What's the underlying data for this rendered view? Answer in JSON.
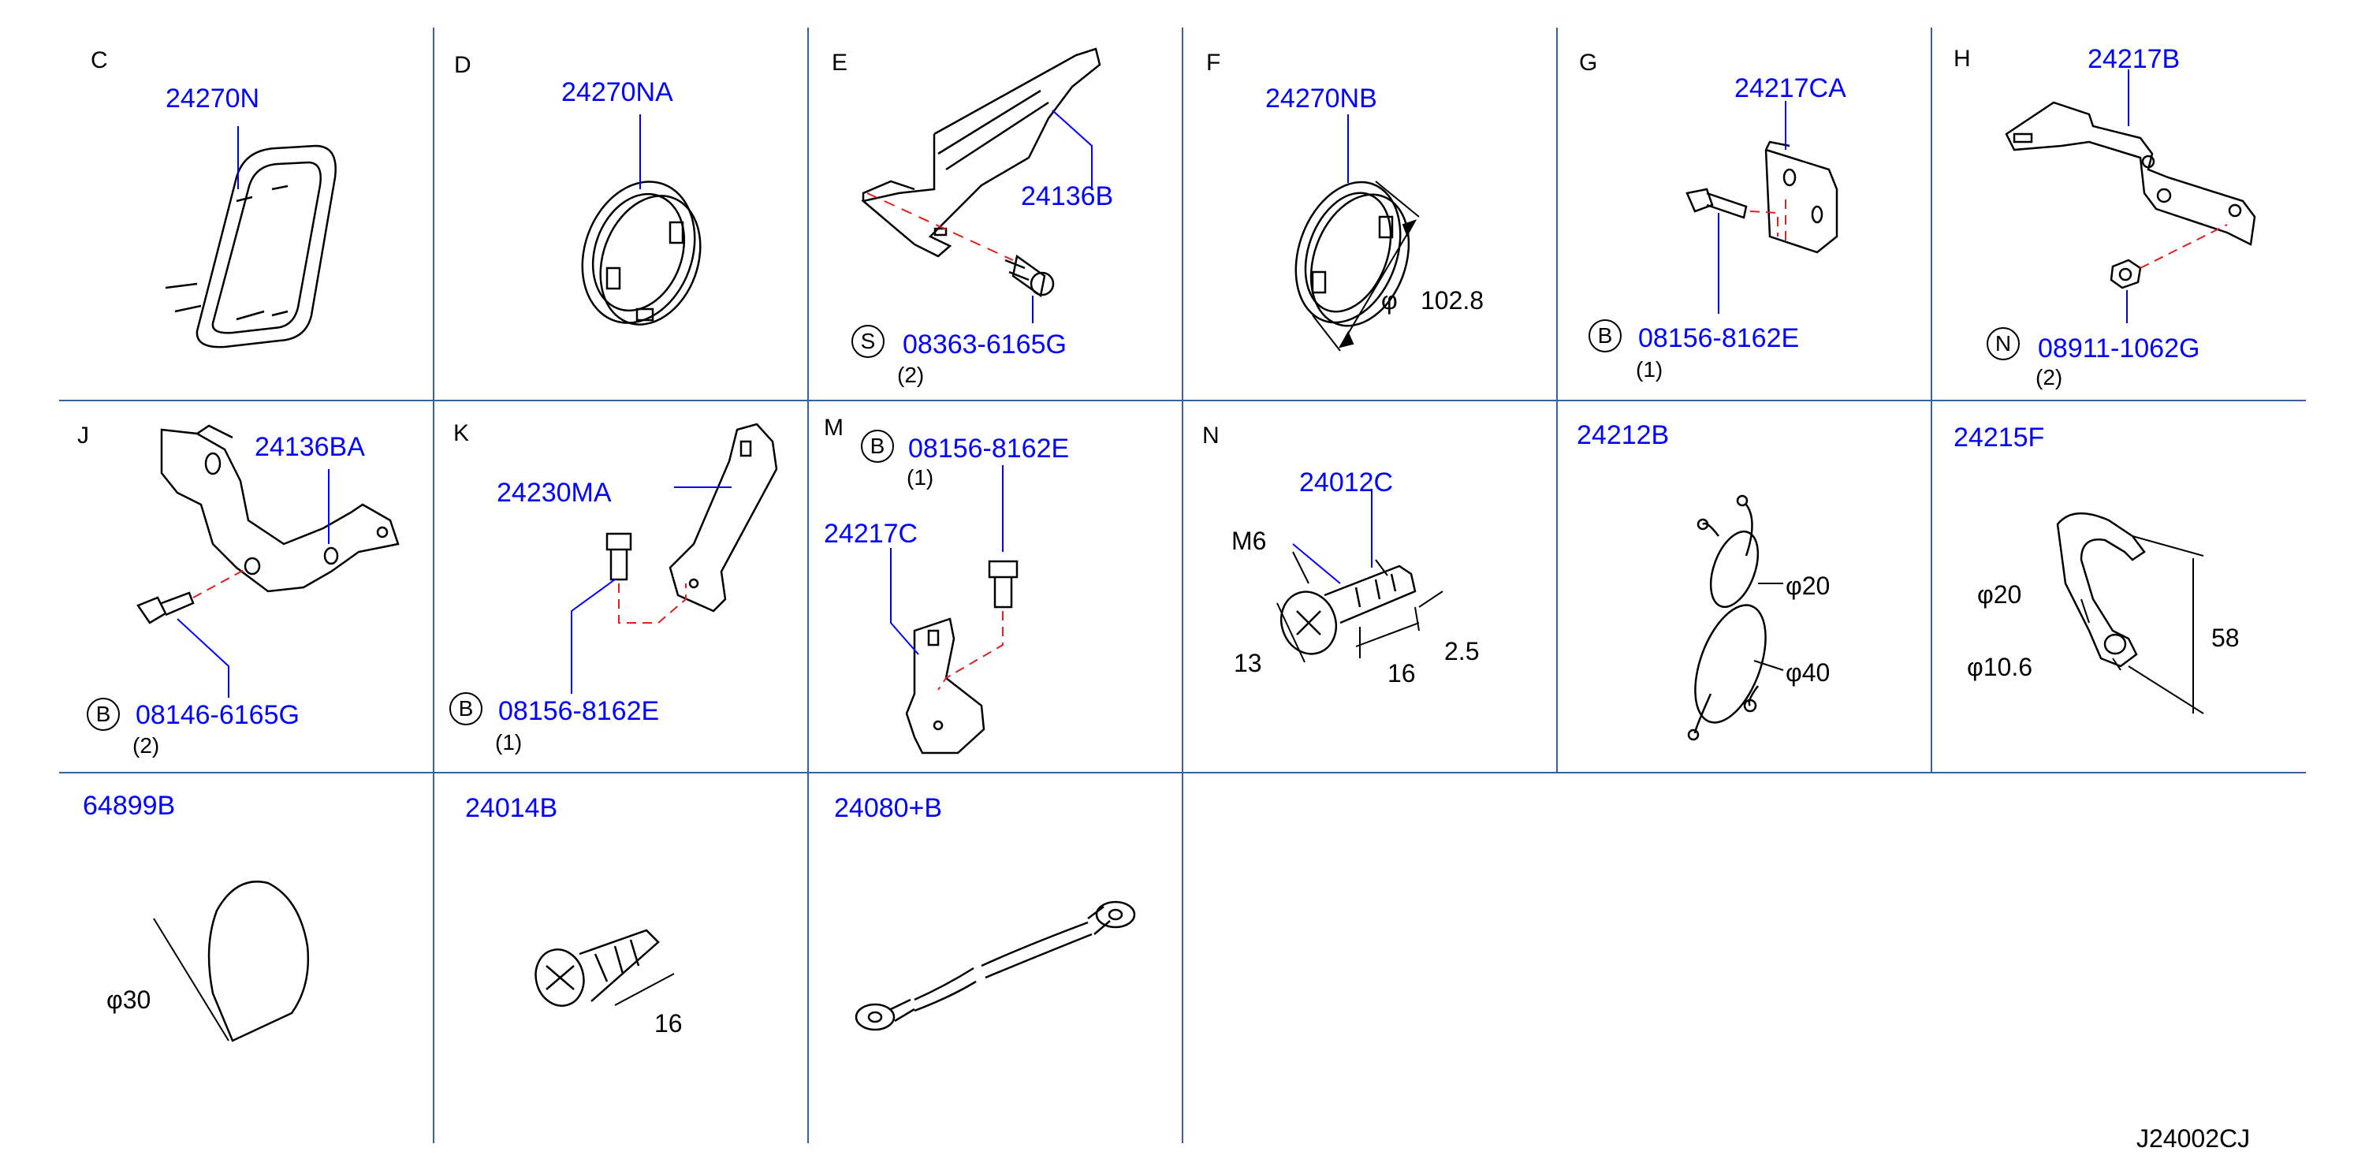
{
  "grid_color": "#3a5f9a",
  "label_color": "#0000ff",
  "leader_color": "#0000ff",
  "dash_color": "#e02020",
  "cells": {
    "C": {
      "letter": "C",
      "part": "24270N"
    },
    "D": {
      "letter": "D",
      "part": "24270NA"
    },
    "E": {
      "letter": "E",
      "part": "24136B",
      "fastener": {
        "symbol": "S",
        "part": "08363-6165G",
        "qty": "(2)"
      }
    },
    "F": {
      "letter": "F",
      "part": "24270NB",
      "dims": [
        "φ",
        "102.8"
      ]
    },
    "G": {
      "letter": "G",
      "part": "24217CA",
      "fastener": {
        "symbol": "B",
        "part": "08156-8162E",
        "qty": "(1)"
      }
    },
    "H": {
      "letter": "H",
      "part": "24217B",
      "fastener": {
        "symbol": "N",
        "part": "08911-1062G",
        "qty": "(2)"
      }
    },
    "J": {
      "letter": "J",
      "part": "24136BA",
      "fastener": {
        "symbol": "B",
        "part": "08146-6165G",
        "qty": "(2)"
      }
    },
    "K": {
      "letter": "K",
      "part": "24230MA",
      "fastener": {
        "symbol": "B",
        "part": "08156-8162E",
        "qty": "(1)"
      }
    },
    "M": {
      "letter": "M",
      "part": "24217C",
      "fastener": {
        "symbol": "B",
        "part": "08156-8162E",
        "qty": "(1)"
      }
    },
    "N": {
      "letter": "N",
      "part": "24012C",
      "dims": [
        "M6",
        "13",
        "16",
        "2.5"
      ]
    },
    "P1": {
      "part": "24212B",
      "dims": [
        "φ20",
        "φ40"
      ]
    },
    "P2": {
      "part": "24215F",
      "dims": [
        "φ20",
        "φ10.6",
        "58"
      ]
    },
    "R1": {
      "part": "64899B",
      "dims": [
        "φ30"
      ]
    },
    "R2": {
      "part": "24014B",
      "dims": [
        "16"
      ]
    },
    "R3": {
      "part": "24080+B"
    }
  },
  "diagram_code": "J24002CJ"
}
